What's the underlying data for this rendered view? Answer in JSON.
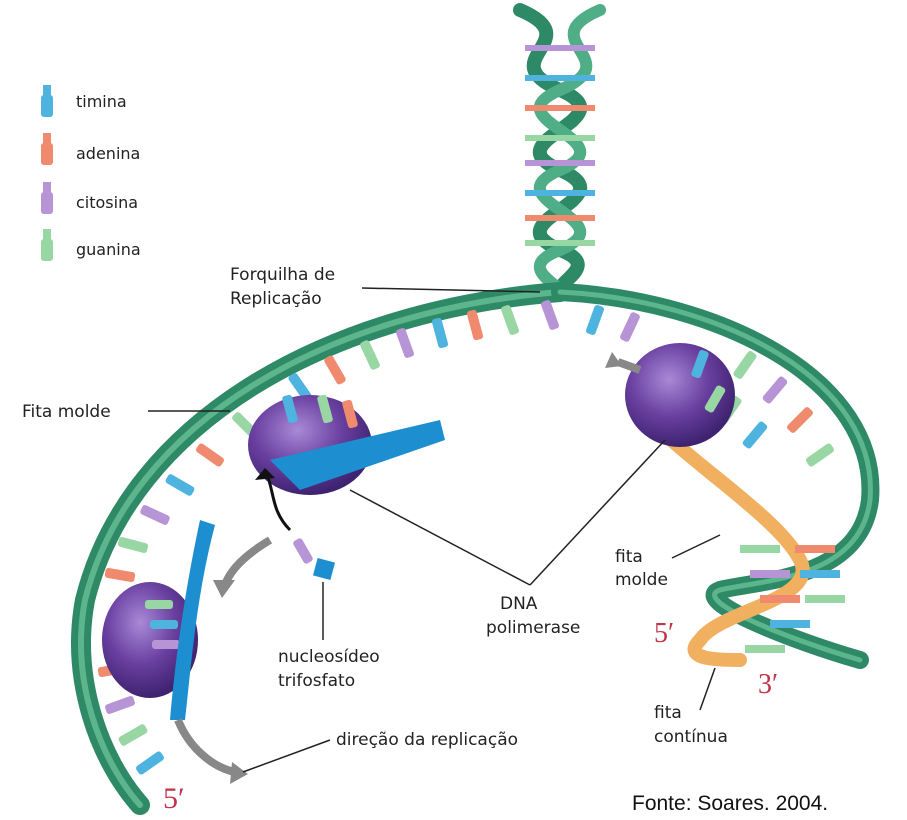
{
  "legend": [
    {
      "label": "timina",
      "color": "#4fb3e0"
    },
    {
      "label": "adenina",
      "color": "#f08a6e"
    },
    {
      "label": "citosina",
      "color": "#b794d6"
    },
    {
      "label": "guanina",
      "color": "#98d6a4"
    }
  ],
  "labels": {
    "forquilha_1": "Forquilha de",
    "forquilha_2": "Replicação",
    "fita_molde_left": "Fita molde",
    "fita_molde_right_1": "fita",
    "fita_molde_right_2": "molde",
    "dna_pol_1": "DNA",
    "dna_pol_2": "polimerase",
    "nucleosideo_1": "nucleosídeo",
    "nucleosideo_2": "trifosfato",
    "direcao": "direção da replicação",
    "continua_1": "fita",
    "continua_2": "contínua"
  },
  "primes": {
    "five_prime_bottom": "5′",
    "five_prime_right": "5′",
    "three_prime_right": "3′"
  },
  "source": "Fonte: Soares. 2004.",
  "colors": {
    "strand": "#2e8a66",
    "strand_light": "#5cb58c",
    "polymerase": "#6a3fa0",
    "new_strand": "#1d8fd0",
    "continuous_strand": "#f0b060"
  }
}
